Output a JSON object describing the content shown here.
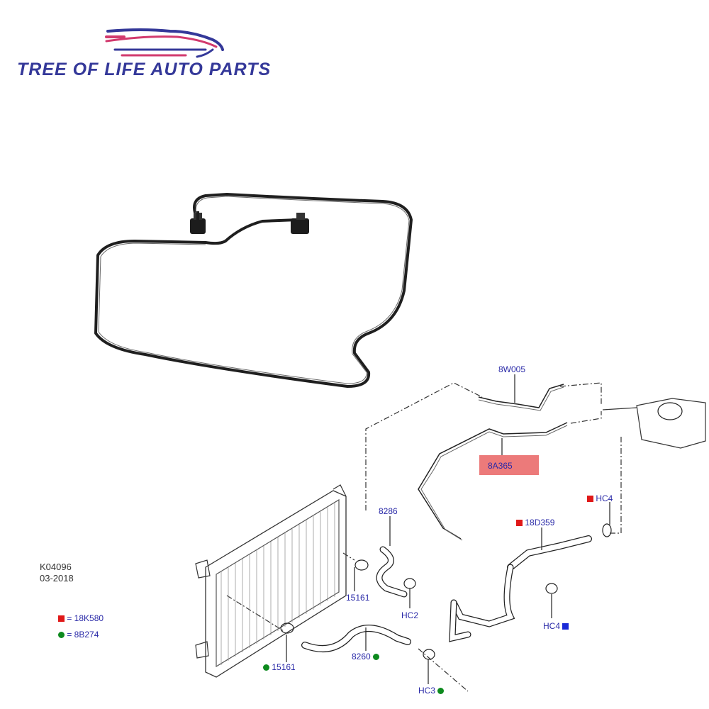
{
  "brand": {
    "name": "TREE OF LIFE AUTO PARTS"
  },
  "diagram": {
    "code": "K04096",
    "date": "03-2018",
    "highlighted_part": "8A365",
    "labels": {
      "p8w005": "8W005",
      "p8286": "8286",
      "p15161a": "15161",
      "p15161b": "15161",
      "hc2": "HC2",
      "hc3": "HC3",
      "hc4a": "HC4",
      "hc4b": "HC4",
      "p18d359": "18D359",
      "p8260": "8260"
    },
    "legend": [
      {
        "marker": "square",
        "color": "#e01818",
        "text": "= 18K580"
      },
      {
        "marker": "circle",
        "color": "#0d8a1e",
        "text": "= 8B274"
      }
    ]
  },
  "colors": {
    "brand": "#343899",
    "label": "#2a2aa8",
    "highlight": "#ec7a7a",
    "red": "#e01818",
    "green": "#0d8a1e",
    "blue": "#1a2ad8"
  }
}
